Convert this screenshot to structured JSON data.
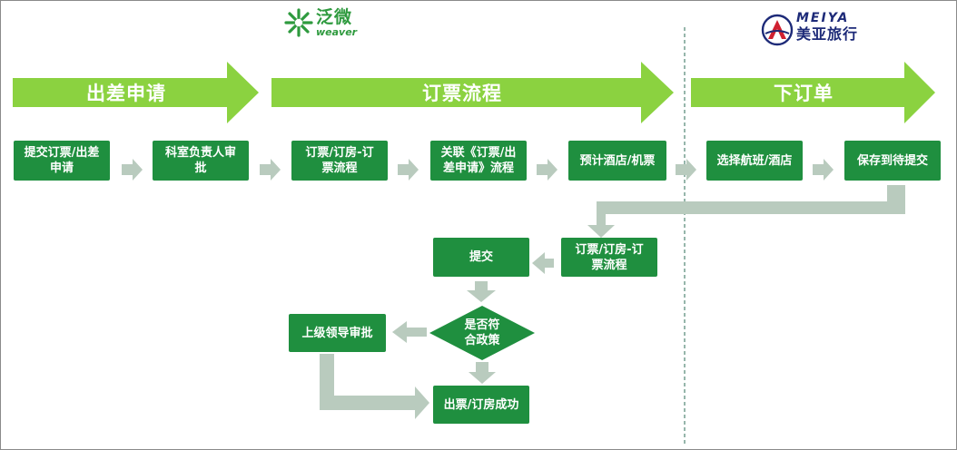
{
  "logos": {
    "weaver": {
      "cn": "泛微",
      "en": "weaver",
      "color": "#2e9a3e"
    },
    "meiya": {
      "en": "MEIYA",
      "cn": "美亚旅行",
      "color_red": "#d02030",
      "color_blue": "#1d2a78"
    }
  },
  "phases": [
    {
      "id": "phase-apply",
      "label": "出差申请"
    },
    {
      "id": "phase-ticket",
      "label": "订票流程"
    },
    {
      "id": "phase-order",
      "label": "下订单"
    }
  ],
  "steps": {
    "submit_request": "提交订票/出差\n申请",
    "dept_approval": "科室负责人审\n批",
    "ticket_flow": "订票/订房-订\n票流程",
    "link_flow": "关联《订票/出\n差申请》流程",
    "book": "预计酒店/机票",
    "select_flight": "选择航班/酒店",
    "save_pending": "保存到待提交",
    "ticket_flow_2": "订票/订房-订\n票流程",
    "submit": "提交",
    "policy_check": "是否符\n合政策",
    "leader_approval": "上级领导审批",
    "success": "出票/订房成功"
  },
  "colors": {
    "banner": "#8bd240",
    "box": "#1f8f3f",
    "connector": "#b9cbbe",
    "divider": "#2c6e57"
  }
}
